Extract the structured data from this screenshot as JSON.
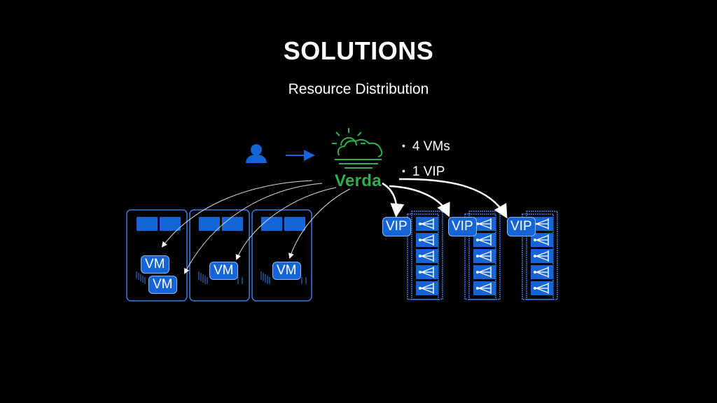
{
  "slide": {
    "title": "SOLUTIONS",
    "subtitle": "Resource Distribution"
  },
  "brand": {
    "name": "Verda",
    "color": "#2fb04a"
  },
  "bullets": [
    "4 VMs",
    "1 VIP"
  ],
  "icons": {
    "user": "user-icon",
    "cloud": "sun-cloud-icon",
    "arrow": "arrow-right-icon"
  },
  "colors": {
    "accent_blue": "#1565d8",
    "server_outline": "#3a7de8",
    "arrow": "#ffffff"
  },
  "hosts": [
    {
      "vms": [
        "VM",
        "VM"
      ]
    },
    {
      "vms": [
        "VM"
      ]
    },
    {
      "vms": [
        "VM"
      ]
    }
  ],
  "load_balancers": [
    {
      "label": "VIP"
    },
    {
      "label": "VIP"
    },
    {
      "label": "VIP"
    }
  ]
}
